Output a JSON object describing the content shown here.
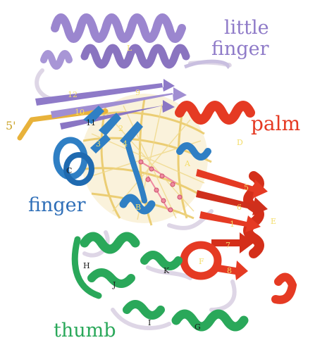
{
  "colors": {
    "little_finger": "#9b86cf",
    "palm": "#e53a23",
    "finger": "#2f7fc4",
    "thumb": "#2aa85a",
    "dna": "#e8c55a",
    "loop": "#ded6e6",
    "marker_yellow": "#f4dd6a",
    "marker_dark": "#1a1a1a"
  },
  "labels": {
    "little_finger_line1": "little",
    "little_finger_line2": "finger",
    "palm": "palm",
    "finger": "finger",
    "thumb": "thumb",
    "five_prime": "5'"
  },
  "markers": {
    "L": "L",
    "m9": "9",
    "m12": "12",
    "m10": "10",
    "m11": "11",
    "m2": "2",
    "m3": "3",
    "m4": "4",
    "C": "C",
    "D": "D",
    "m1": "1",
    "m5": "5",
    "m6": "6",
    "E": "E",
    "m7": "7",
    "F": "F",
    "m8": "8",
    "B": "B",
    "A": "A",
    "H": "H",
    "K": "K",
    "J": "J",
    "I": "I",
    "G": "G"
  }
}
